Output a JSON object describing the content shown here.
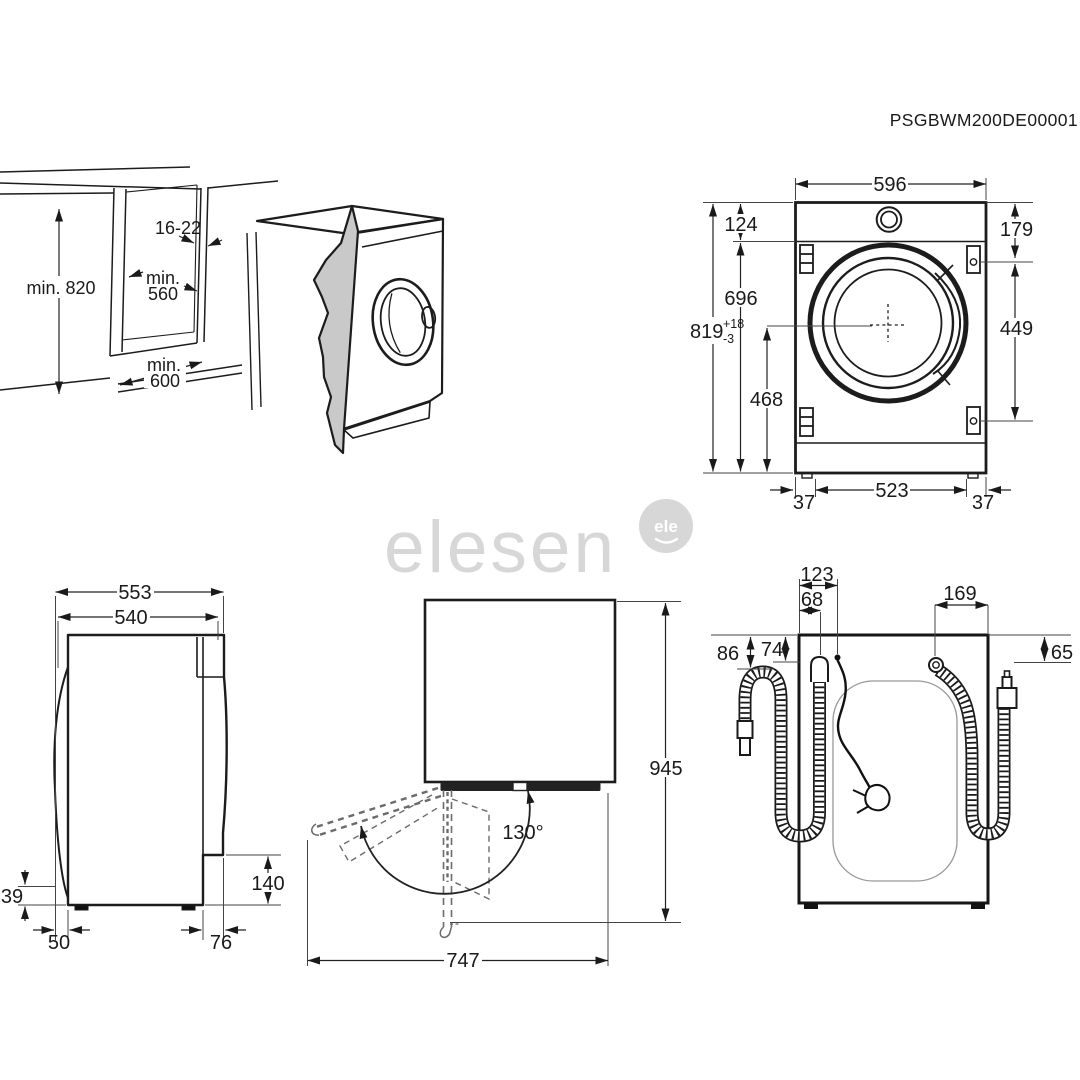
{
  "product_code": "PSGBWM200DE00001",
  "watermark": {
    "text": "elesen",
    "badge": "ele"
  },
  "niche": {
    "height": "min. 820",
    "panel_thickness": "16-22",
    "depth_line1": "min.",
    "depth_line2": "560",
    "width_line1": "min.",
    "width_line2": "600"
  },
  "front": {
    "width": "596",
    "top_height": "124",
    "lower_height": "696",
    "height": "819",
    "tol_plus": "+18",
    "tol_minus": "-3",
    "top_right": "179",
    "hole_span": "449",
    "center_height": "468",
    "feet_span": "523",
    "left_margin": "37",
    "right_margin": "37"
  },
  "side": {
    "total_depth": "553",
    "body_depth": "540",
    "back_clearance": "39",
    "recess_height": "140",
    "front_clearance": "50",
    "recess_depth": "76"
  },
  "swing": {
    "height": "945",
    "open_depth": "747",
    "angle": "130°"
  },
  "rear": {
    "cable_offset": "123",
    "drain_offset": "68",
    "inlet_offset": "169",
    "hook_height": "86",
    "drain_height": "74",
    "inlet_height": "65"
  }
}
